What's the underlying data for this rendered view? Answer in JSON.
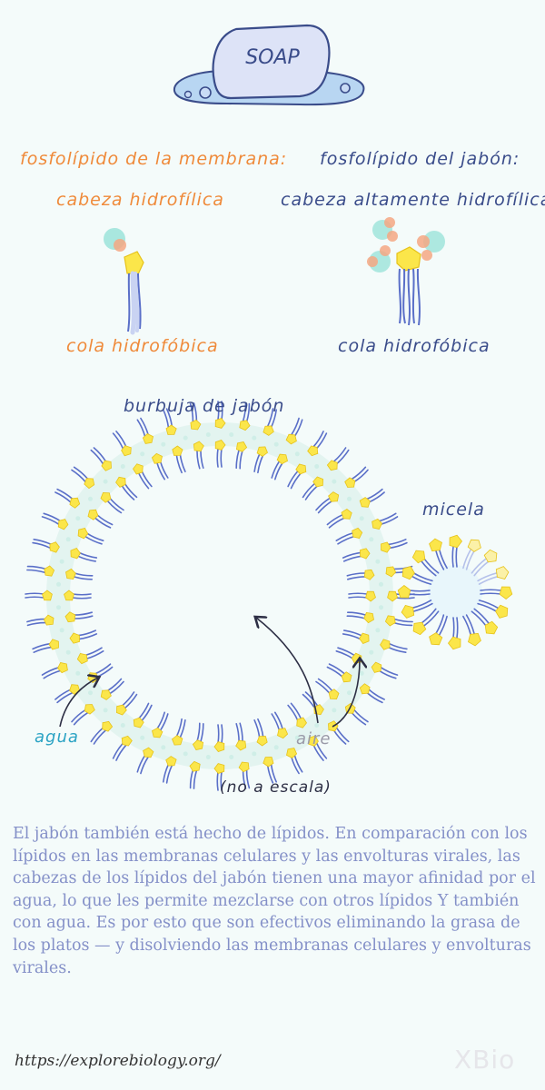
{
  "soap_bar_text": "SOAP",
  "membrane": {
    "title": "fosfolípido de la membrana:",
    "head_label": "cabeza hidrofílica",
    "tail_label": "cola hidrofóbica"
  },
  "soap": {
    "title": "fosfolípido del jabón:",
    "head_label": "cabeza altamente hidrofílica",
    "tail_label": "cola hidrofóbica"
  },
  "bubble_label": "burbuja de jabón",
  "micelle_label": "micela",
  "water_label": "agua",
  "air_label": "aire",
  "scale_note": "(no a escala)",
  "caption": "El jabón también está hecho de lípidos. En comparación con los lípidos en las membranas celulares y las envolturas virales, las cabezas de los lípidos del jabón tienen una mayor afinidad por el agua, lo que les permite mezclarse con otros lípidos Y también con agua. Es por esto que son efectivos eliminando la grasa de los platos — y disolviendo las membranas celulares y envolturas virales.",
  "source": "https://explorebiology.org/",
  "logo": "XBio",
  "colors": {
    "background": "#f4fbfa",
    "head_yellow": "#fbe64a",
    "tail_blue": "#5a6fc8",
    "water_teal": "#e3f4f0",
    "soap_bar": "#dde3f7",
    "puddle": "#b8d6f2"
  }
}
